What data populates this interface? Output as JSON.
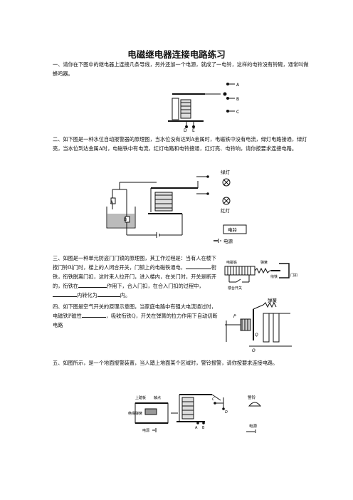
{
  "doc": {
    "title": "电磁继电器连接电路练习",
    "q1": {
      "text": "一、请你在下图中的继电器上连接几条导线，另外还加一个电源，就成了一电铃，这样的电铃没有铃碗，通常叫做蜂鸣器。",
      "labels": {
        "a": "A",
        "b": "B",
        "c": "C",
        "d": "D",
        "e": "E"
      }
    },
    "q2": {
      "text": "二、如下图是一种水位自动报警器的原理图，当水位没有达到A金属时，电磁铁中没有电流，绿灯电路接通，绿灯亮，当水位到达金属A时，电磁铁中有电流，红灯电路和电铃接通，红灯亮、电铃响，请你按要求连接电路。",
      "labels": {
        "green": "绿灯",
        "red": "红灯",
        "bell": "电铃",
        "source": "电源",
        "a": "A",
        "b": "B"
      }
    },
    "q3": {
      "text_a": "三、如图是一种单元防盗门门锁的原理图，其工作过程是：当有人在楼下按门铃叫门时，楼上的人闭合开关，门锁上的电磁铁通电，",
      "text_b": "衔铁，衔铁脱离门扣，这时来人拉开门，进入楼内，在关门时，开关是断开的，衔铁在",
      "text_c": "作用下，合入门扣，在合入门扣的过程中，",
      "text_d": "内转化为",
      "text_e": "内。",
      "labels": {
        "magnet": "电磁铁",
        "spring": "弹簧",
        "armature": "衔铁",
        "latch": "门扣",
        "switch": "楼台开关"
      }
    },
    "q4": {
      "text_a": "四、如下图是空气开关的原理示意图，当家庭电路中有强大电流通过时，电磁铁P磁性",
      "text_b": "，吸收衔铁Q，开关在弹簧的拉力作用下自动切断电路",
      "labels": {
        "spring": "弹簧",
        "p": "P",
        "q": "Q",
        "o": "O"
      }
    },
    "q5": {
      "text": "五、如图所示，是一个地面报警装置，当人踏上地面某个区域时，警铃报警，请你按要求连接电路。",
      "labels": {
        "pedal": "上踏板",
        "contact": "触点",
        "insulate": "绝缘弹簧",
        "source1": "电源",
        "source2": "电源",
        "bell": "警铃",
        "a": "A",
        "b": "B",
        "c": "C",
        "d": "D"
      }
    }
  }
}
